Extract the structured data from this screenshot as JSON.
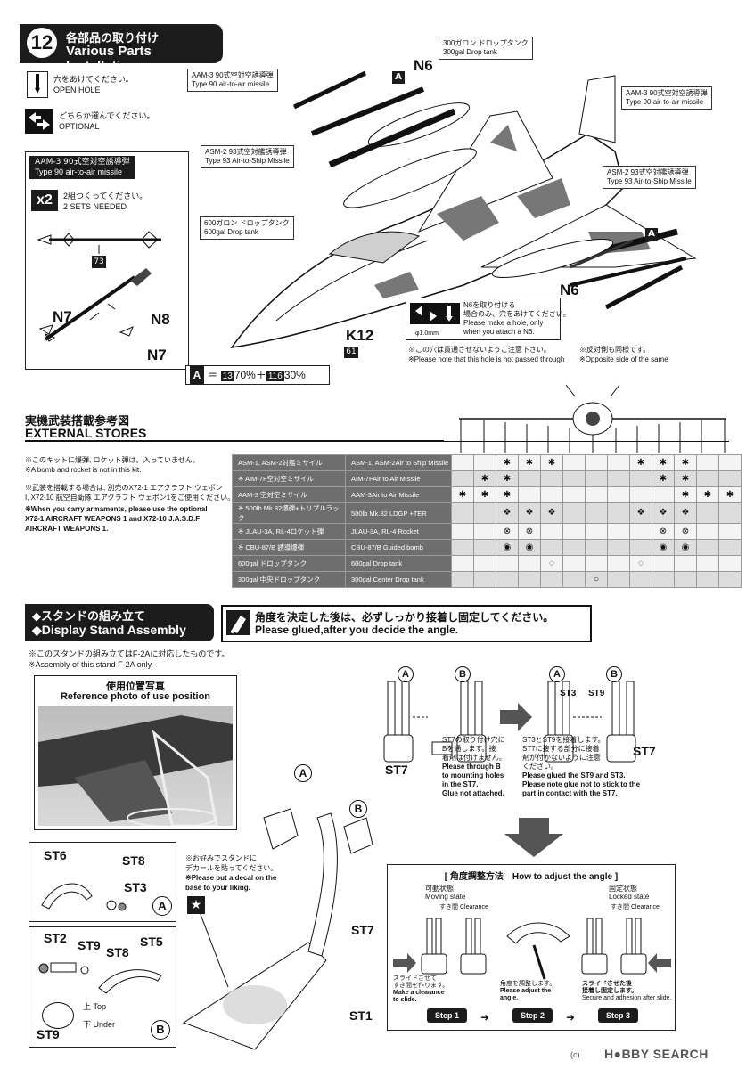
{
  "step12": {
    "number": "12",
    "title_jp": "各部品の取り付け",
    "title_en": "Various Parts Installation",
    "open_hole_jp": "穴をあけてください。",
    "open_hole_en": "OPEN HOLE",
    "optional_jp": "どちらか選んでください。",
    "optional_en": "OPTIONAL",
    "aam3_box_jp": "AAM-3 90式空対空誘導弾",
    "aam3_box_en": "Type 90 air-to-air missile",
    "x2": "x2",
    "sets_jp": "2組つくってください。",
    "sets_en": "2 SETS NEEDED",
    "part_73": "73",
    "n7": "N7",
    "n8": "N8",
    "n6": "N6",
    "a": "A",
    "k12": "K12",
    "part_61": "61",
    "callouts": [
      {
        "jp": "AAM-3 90式空対空誘導弾",
        "en": "Type 90 air-to-air missile"
      },
      {
        "jp": "ASM-2 93式空対艦誘導弾",
        "en": "Type 93 Air-to-Ship Missile"
      },
      {
        "jp": "600ガロン ドロップタンク",
        "en": "600gal Drop tank"
      },
      {
        "jp": "300ガロン ドロップタンク",
        "en": "300gal Drop tank"
      },
      {
        "jp": "AAM-3 90式空対空誘導弾",
        "en": "Type 90 air-to-air missile"
      },
      {
        "jp": "ASM-2 93式空対艦誘導弾",
        "en": "Type 93 Air-to-Ship Missile"
      }
    ],
    "n6_note_jp1": "N6を取り付ける",
    "n6_note_jp2": "場合のみ、穴をあけてください。",
    "n6_note_en1": "Please make a hole, only",
    "n6_note_en2": "when you attach a N6.",
    "drill": "φ1.0mm",
    "hole_note_jp": "※この穴は貫通させないようご注意下さい。",
    "hole_note_en": "※Please note that this hole is not passed through",
    "opposite_jp": "※反対側も同様です。",
    "opposite_en": "※Opposite side of the same",
    "color_formula": "70%＋",
    "color_13": "13",
    "color_116": "116",
    "color_formula2": "30%"
  },
  "external": {
    "title_jp": "実機武装搭載参考図",
    "title_en": "EXTERNAL STORES",
    "note1_jp": "※このキットに爆弾, ロケット弾は、入っていません。",
    "note1_en": "※A bomb and rocket is not in this kit.",
    "note2_jp1": "※武装を搭載する場合は, 別売のX72-1 エアクラフト ウェポン",
    "note2_jp2": "I, X72-10 航空自衛隊 エアクラフト ウェポン1をご使用ください。",
    "note2_en1": "※When you carry armaments, please use the optional",
    "note2_en2": "X72-1 AIRCRAFT WEAPONS 1 and X72-10 J.A.S.D.F",
    "note2_en3": "AIRCRAFT WEAPONS 1.",
    "rows": [
      {
        "jp": "ASM-1, ASM-2対艦ミサイル",
        "en": "ASM-1, ASM-2Air to Ship Missile",
        "marks": [
          "",
          "",
          "X",
          "X",
          "X",
          "",
          "",
          "",
          "X",
          "X",
          "X",
          "",
          ""
        ]
      },
      {
        "jp": "※ AIM-7F空対空ミサイル",
        "en": "AIM-7FAir to Air Missile",
        "marks": [
          "",
          "X",
          "X",
          "",
          "",
          "",
          "",
          "",
          "",
          "X",
          "X",
          "",
          ""
        ]
      },
      {
        "jp": "AAM-3 空対空ミサイル",
        "en": "AAM-3Air to Air Missile",
        "marks": [
          "X",
          "X",
          "X",
          "",
          "",
          "",
          "",
          "",
          "",
          "",
          "X",
          "X",
          "X"
        ]
      },
      {
        "jp": "※ 500lb Mk.82爆弾+トリプルラック",
        "en": "500lb Mk.82 LDGP +TER",
        "marks": [
          "",
          "",
          "B",
          "B",
          "B",
          "",
          "",
          "",
          "B",
          "B",
          "B",
          "",
          ""
        ]
      },
      {
        "jp": "※ JLAU-3A, RL-4ロケット弾",
        "en": "JLAU-3A, RL-4 Rocket",
        "marks": [
          "",
          "",
          "R",
          "R",
          "",
          "",
          "",
          "",
          "",
          "R",
          "R",
          "",
          ""
        ]
      },
      {
        "jp": "※ CBU-87/B 誘導爆弾",
        "en": "CBU-87/B Guided bomb",
        "marks": [
          "",
          "",
          "G",
          "G",
          "",
          "",
          "",
          "",
          "",
          "G",
          "G",
          "",
          ""
        ]
      },
      {
        "jp": "600gal ドロップタンク",
        "en": "600gal Drop tank",
        "marks": [
          "",
          "",
          "",
          "",
          "T",
          "",
          "",
          "",
          "T",
          "",
          "",
          "",
          ""
        ]
      },
      {
        "jp": "300gal 中央ドロップタンク",
        "en": "300gal Center Drop tank",
        "marks": [
          "",
          "",
          "",
          "",
          "",
          "",
          "O",
          "",
          "",
          "",
          "",
          "",
          ""
        ]
      }
    ]
  },
  "stand": {
    "title_jp": "◆スタンドの組み立て",
    "title_en": "◆Display Stand Assembly",
    "glue_jp": "角度を決定した後は、必ずしっかり接着し固定してください。",
    "glue_en": "Please glued,after you decide the angle.",
    "note1_jp": "※このスタンドの組み立てはF-2Aに対応したものです。",
    "note1_en": "※Assembly of this stand F-2A only.",
    "photo_jp": "使用位置写真",
    "photo_en": "Reference photo of use position",
    "st7_note_jp1": "ST7の取り付け穴に",
    "st7_note_jp2": "Bを通します。接",
    "st7_note_jp3": "着剤は付けません。",
    "st7_note_en1": "Please through B",
    "st7_note_en2": "to mounting holes",
    "st7_note_en3": "in the ST7.",
    "st7_note_en4": "Glue not attached.",
    "st39_note_jp1": "ST3とST9を接着します。",
    "st39_note_jp2": "ST7に接する部分に接着",
    "st39_note_jp3": "剤が付かないように注意",
    "st39_note_jp4": "ください。",
    "st39_note_en1": "Please glued the ST9 and ST3.",
    "st39_note_en2": "Please note glue not to stick to the",
    "st39_note_en3": "part in contact with the ST7.",
    "decal_jp1": "※お好みでスタンドに",
    "decal_jp2": "デカールを貼ってください。",
    "decal_en1": "※Please put a decal on the",
    "decal_en2": "base to your liking.",
    "st1": "ST1",
    "st2": "ST2",
    "st3": "ST3",
    "st5": "ST5",
    "st6": "ST6",
    "st7": "ST7",
    "st8": "ST8",
    "st9": "ST9",
    "a": "A",
    "b": "B",
    "top_jp": "上",
    "top_en": "Top",
    "under_jp": "下",
    "under_en": "Under",
    "angle_title": "[ 角度調整方法　How to adjust the angle ]",
    "moving_jp": "可動状態",
    "moving_en": "Moving state",
    "locked_jp": "固定状態",
    "locked_en": "Locked state",
    "clearance_jp": "すき間",
    "clearance_en": "Clearance",
    "slide_jp": "スライドさせて",
    "slide_jp2": "すき間を作ります。",
    "slide_en": "Make a clearance",
    "slide_en2": "to slide.",
    "adjust_jp": "角度を調整します。",
    "adjust_en": "Please adjust the",
    "adjust_en2": "angle.",
    "secure_jp": "スライドさせた後",
    "secure_jp2": "接着し固定します。",
    "secure_en": "Secure and adhesion after slide.",
    "step1": "Step 1",
    "step2": "Step 2",
    "step3": "Step 3"
  },
  "watermark": "H●BBY SEARCH",
  "copyright": "(c)"
}
